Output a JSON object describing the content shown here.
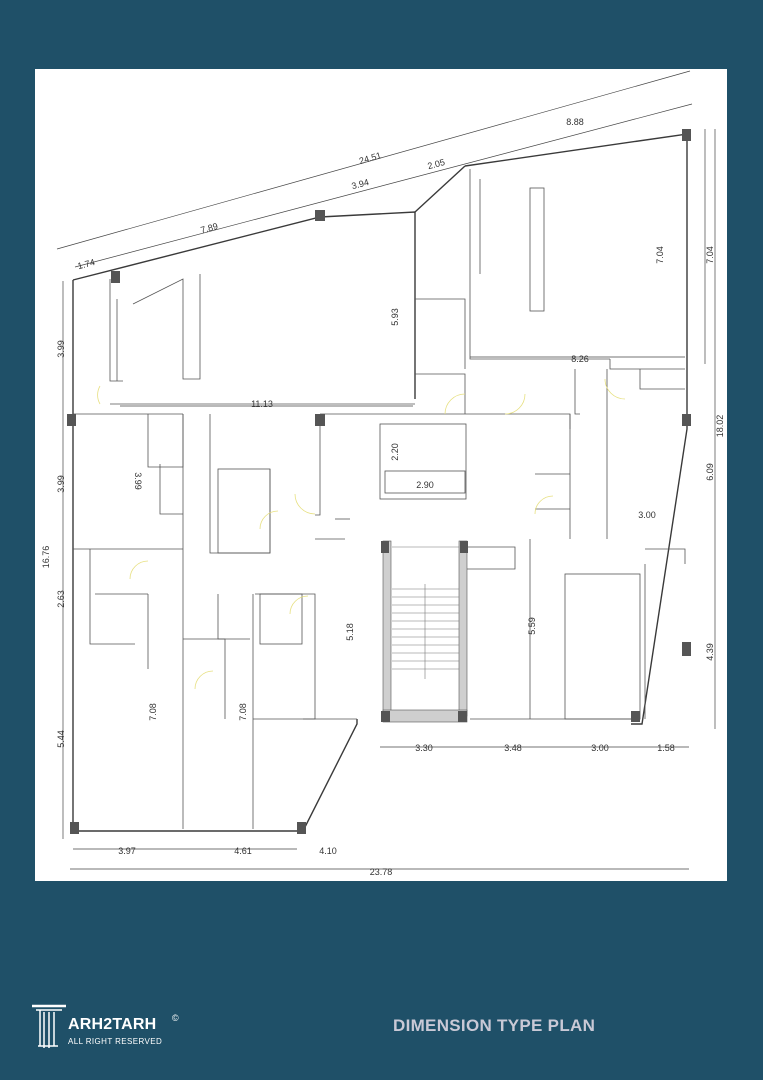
{
  "title": "DIMENSION TYPE PLAN",
  "brand": {
    "name": "ARH2TARH",
    "tagline": "ALL RIGHT RESERVED",
    "mark": "©"
  },
  "dimensions": {
    "top_total": "24.51",
    "top_right": "8.88",
    "top_mid_a": "3.94",
    "top_mid_b": "2.05",
    "top_left": "7.89",
    "top_corner": "1.74",
    "right_upper": "7.04",
    "right_total": "18.02",
    "right_mid": "6.09",
    "right_lower": "4.39",
    "inner_right_height": "7.04",
    "inner_upper_width": "8.26",
    "inner_mid_height": "5.93",
    "left_total": "16.76",
    "left_a": "3.99",
    "left_b": "3.99",
    "left_c": "2.63",
    "left_d": "5.44",
    "inner_width": "11.13",
    "room_depth": "3.99",
    "shaft_h": "2.20",
    "shaft_w": "2.90",
    "right_room_w": "3.00",
    "stair_left_h": "5.18",
    "right_room_h": "5.59",
    "lower_left_h": "7.08",
    "lower_mid_h": "7.08",
    "bottom_right_a": "3.30",
    "bottom_right_b": "3.48",
    "bottom_right_c": "3.00",
    "bottom_right_d": "1.58",
    "bottom_a": "3.97",
    "bottom_b": "4.61",
    "bottom_c": "4.10",
    "bottom_total": "23.78"
  }
}
